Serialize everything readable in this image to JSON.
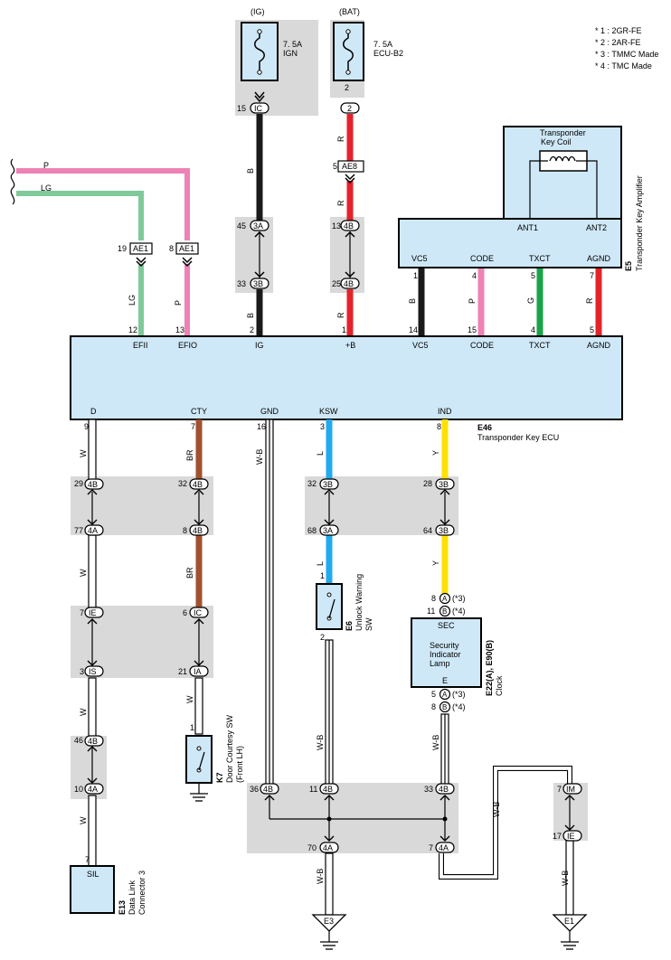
{
  "notes": [
    "* 1 : 2GR-FE",
    "* 2 : 2AR-FE",
    "* 3 : TMMC Made",
    "* 4 : TMC Made"
  ],
  "colors": {
    "gray_zone": "#d9d9d9",
    "component_fill": "#cfe8f7",
    "wire_pink": "#ee82b5",
    "wire_lightgreen": "#7fc99a",
    "wire_black": "#1a1a1a",
    "wire_red": "#e3232a",
    "wire_green": "#1aa34a",
    "wire_brown": "#a0522d",
    "wire_blue": "#22aaee",
    "wire_yellow": "#ffe000",
    "wire_white": "#ffffff"
  },
  "fuses": {
    "ig": {
      "supply": "(IG)",
      "rating": "7. 5A",
      "name": "IGN",
      "conn_pin": "15",
      "conn": "IC"
    },
    "bat": {
      "supply": "(BAT)",
      "rating": "7. 5A",
      "name": "ECU-B2",
      "pin_top": "2",
      "conn": "2"
    }
  },
  "wire_codes": {
    "b": "B",
    "r": "R",
    "p": "P",
    "lg": "LG",
    "g": "G",
    "w": "W",
    "br": "BR",
    "wb": "W-B",
    "l": "L",
    "y": "Y"
  },
  "left_wires": {
    "p": "P",
    "lg": "LG",
    "ae1": "AE1",
    "pin19": "19",
    "pin8": "8"
  },
  "inline": {
    "ae8": "AE8",
    "ae8_pin": "5",
    "c3a": "3A",
    "c3a_pin": "45",
    "c3b": "3B",
    "c3b_pin": "33",
    "c4b": "4B",
    "c4b_pin": "13",
    "c4b_low_pin": "25"
  },
  "amplifier": {
    "code": "E5",
    "name": "Transponder Key Amplifier",
    "coil_label_1": "Transponder",
    "coil_label_2": "Key Coil",
    "ant1": "ANT1",
    "ant2": "ANT2",
    "terms": [
      "VC5",
      "CODE",
      "TXCT",
      "AGND"
    ],
    "pins": [
      "1",
      "4",
      "5",
      "7"
    ]
  },
  "ecu": {
    "code": "E46",
    "name": "Transponder Key ECU",
    "top_terms": [
      "EFII",
      "EFIO",
      "IG",
      "+B",
      "VC5",
      "CODE",
      "TXCT",
      "AGND"
    ],
    "top_pins": [
      "12",
      "13",
      "2",
      "1",
      "14",
      "15",
      "4",
      "5"
    ],
    "bottom_terms": [
      "D",
      "CTY",
      "GND",
      "KSW",
      "IND"
    ],
    "bottom_pins": [
      "9",
      "7",
      "16",
      "3",
      "8"
    ]
  },
  "lower": {
    "c29": "29",
    "c77": "77",
    "c7": "7",
    "c3": "3",
    "c46": "46",
    "c10": "10",
    "c7sil": "7",
    "c32": "32",
    "c8": "8",
    "c6": "6",
    "c21": "21",
    "c1k7": "1",
    "ksw32": "32",
    "ksw68": "68",
    "ksw1": "1",
    "ksw2": "2",
    "ind28": "28",
    "ind64": "64",
    "j36": "36",
    "j11": "11",
    "j33": "33",
    "j70": "70",
    "j7": "7",
    "im7": "7",
    "ie17": "17",
    "lamp_a8": "8",
    "lamp_b11": "11",
    "lamp_a5": "5",
    "lamp_b8": "8",
    "n3": "(*3)",
    "n4": "(*4)",
    "A": "A",
    "B": "B",
    "IE": "IE",
    "IS": "IS",
    "IC": "IC",
    "IA": "IA",
    "IM": "IM",
    "4A": "4A",
    "4B": "4B",
    "3A": "3A",
    "3B": "3B"
  },
  "components": {
    "e13": {
      "code": "E13",
      "name1": "Data Link",
      "name2": "Connector 3",
      "term": "SIL"
    },
    "k7": {
      "code": "K7",
      "name1": "Door Courtesy SW",
      "name2": "(Front LH)"
    },
    "e6": {
      "code": "E6",
      "name1": "Unlock Warning",
      "name2": "SW"
    },
    "e22": {
      "code": "E22(A), E90(B)",
      "name1": "Clock",
      "sec": "SEC",
      "e": "E",
      "lamp1": "Security",
      "lamp2": "Indicator",
      "lamp3": "Lamp"
    },
    "e3": {
      "name": "E3"
    },
    "e1": {
      "name": "E1"
    }
  }
}
